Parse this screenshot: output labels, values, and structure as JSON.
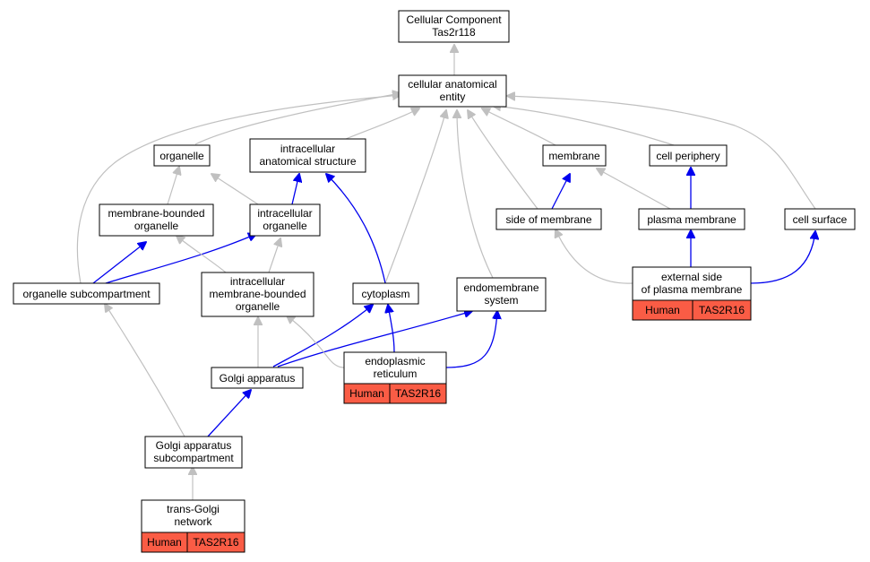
{
  "graph": {
    "root": [
      "Cellular Component",
      "Tas2r118"
    ],
    "cellular_anatomical_entity": [
      "cellular anatomical",
      "entity"
    ],
    "organelle": [
      "organelle"
    ],
    "intracellular_anatomical_structure": [
      "intracellular",
      "anatomical structure"
    ],
    "membrane": [
      "membrane"
    ],
    "cell_periphery": [
      "cell periphery"
    ],
    "membrane_bounded_organelle": [
      "membrane-bounded",
      "organelle"
    ],
    "intracellular_organelle": [
      "intracellular",
      "organelle"
    ],
    "side_of_membrane": [
      "side of membrane"
    ],
    "plasma_membrane": [
      "plasma membrane"
    ],
    "cell_surface": [
      "cell surface"
    ],
    "organelle_subcompartment": [
      "organelle subcompartment"
    ],
    "intracellular_membrane_bounded_organelle": [
      "intracellular",
      "membrane-bounded",
      "organelle"
    ],
    "cytoplasm": [
      "cytoplasm"
    ],
    "endomembrane_system": [
      "endomembrane",
      "system"
    ],
    "external_side_of_plasma_membrane": [
      "external side",
      "of plasma membrane"
    ],
    "golgi_apparatus": [
      "Golgi apparatus"
    ],
    "endoplasmic_reticulum": [
      "endoplasmic",
      "reticulum"
    ],
    "golgi_apparatus_subcompartment": [
      "Golgi apparatus",
      "subcompartment"
    ],
    "trans_golgi_network": [
      "trans-Golgi",
      "network"
    ]
  },
  "annotations": {
    "species": "Human",
    "gene": "TAS2R16",
    "cell_color": "#fa5c45"
  },
  "colors": {
    "is_a_edge": "#c0c0c0",
    "part_of_edge": "#0000ee",
    "node_border": "#000000"
  }
}
